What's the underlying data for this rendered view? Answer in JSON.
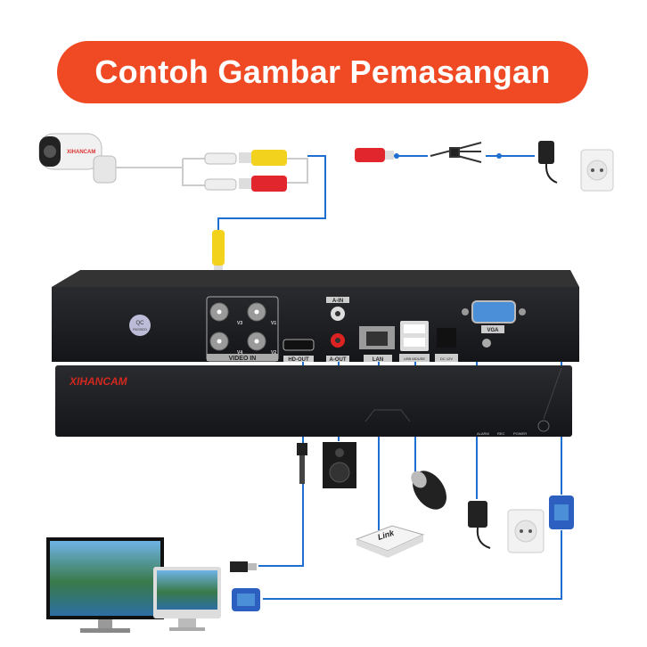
{
  "title": "Contoh Gambar Pemasangan",
  "brand": "XIHANCAM",
  "panel_labels": {
    "video_in": "VIDEO IN",
    "v1": "V1",
    "v2": "V2",
    "v3": "V3",
    "v4": "V4",
    "hd_out": "HD-OUT",
    "a_in": "A-IN",
    "a_out": "A-OUT",
    "lan": "LAN",
    "usb": "USB MOUSE",
    "dc": "DC 12V",
    "vga": "VGA",
    "qc": "QC",
    "qc_sub": "PASSED"
  },
  "front_labels": {
    "alarm": "ALARM",
    "rec": "REC",
    "power": "POWER"
  },
  "router_label": "Link",
  "colors": {
    "title_bg": "#ef4a24",
    "line": "#1f6fd1",
    "dvr": "#1b1c1f"
  }
}
